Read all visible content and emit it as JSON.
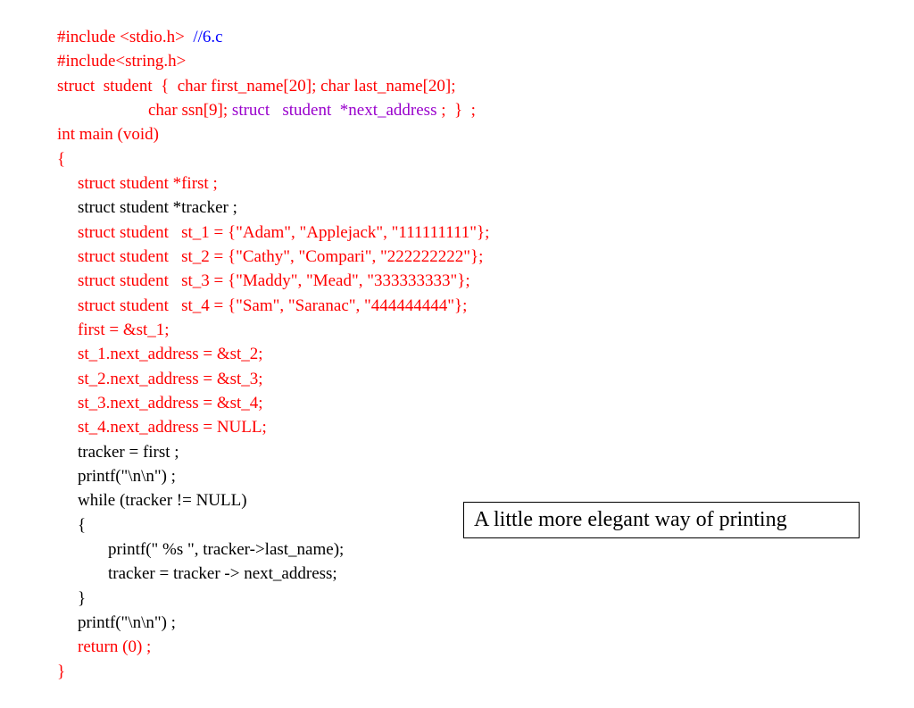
{
  "code": {
    "lines": [
      {
        "segments": [
          {
            "text": "#include <stdio.h>  ",
            "color": "red"
          },
          {
            "text": "//6.c",
            "color": "blue"
          }
        ]
      },
      {
        "segments": [
          {
            "text": "#include<string.h>",
            "color": "red"
          }
        ]
      },
      {
        "segments": [
          {
            "text": "struct  student  {  char first_name[20]; char last_name[20];",
            "color": "red"
          }
        ]
      },
      {
        "segments": [
          {
            "text": "char ssn[9]; ",
            "color": "red"
          },
          {
            "text": "struct   student  *next_address",
            "color": "purple"
          },
          {
            "text": " ;  }  ;",
            "color": "red"
          }
        ]
      },
      {
        "segments": [
          {
            "text": "int main (void)",
            "color": "red"
          }
        ]
      },
      {
        "segments": [
          {
            "text": "{",
            "color": "red"
          }
        ]
      },
      {
        "segments": [
          {
            "text": "struct student *first ;",
            "color": "red"
          }
        ]
      },
      {
        "segments": [
          {
            "text": "struct student *tracker ;",
            "color": "black"
          }
        ]
      },
      {
        "segments": [
          {
            "text": "struct student   st_1 = {\"Adam\", \"Applejack\", \"111111111\"};",
            "color": "red"
          }
        ]
      },
      {
        "segments": [
          {
            "text": "struct student   st_2 = {\"Cathy\", \"Compari\", \"222222222\"};",
            "color": "red"
          }
        ]
      },
      {
        "segments": [
          {
            "text": "struct student   st_3 = {\"Maddy\", \"Mead\", \"333333333\"};",
            "color": "red"
          }
        ]
      },
      {
        "segments": [
          {
            "text": "struct student   st_4 = {\"Sam\", \"Saranac\", \"444444444\"};",
            "color": "red"
          }
        ]
      },
      {
        "segments": [
          {
            "text": "first = &st_1;",
            "color": "red"
          }
        ]
      },
      {
        "segments": [
          {
            "text": "st_1.next_address = &st_2;",
            "color": "red"
          }
        ]
      },
      {
        "segments": [
          {
            "text": "st_2.next_address = &st_3;",
            "color": "red"
          }
        ]
      },
      {
        "segments": [
          {
            "text": "st_3.next_address = &st_4;",
            "color": "red"
          }
        ]
      },
      {
        "segments": [
          {
            "text": "st_4.next_address = NULL;",
            "color": "red"
          }
        ]
      },
      {
        "segments": [
          {
            "text": "tracker = first ;",
            "color": "black"
          }
        ]
      },
      {
        "segments": [
          {
            "text": "printf(\"\\n\\n\") ;",
            "color": "black"
          }
        ]
      },
      {
        "segments": [
          {
            "text": "while (tracker != NULL)",
            "color": "black"
          }
        ]
      },
      {
        "segments": [
          {
            "text": "{",
            "color": "black"
          }
        ]
      },
      {
        "segments": [
          {
            "text": "printf(\" %s \", tracker->last_name);",
            "color": "black"
          }
        ]
      },
      {
        "segments": [
          {
            "text": "tracker = tracker -> next_address;",
            "color": "black"
          }
        ]
      },
      {
        "segments": [
          {
            "text": "}",
            "color": "black"
          }
        ]
      },
      {
        "segments": [
          {
            "text": "printf(\"\\n\\n\") ;",
            "color": "black"
          }
        ]
      },
      {
        "segments": [
          {
            "text": "return (0) ;",
            "color": "red"
          }
        ]
      },
      {
        "segments": [
          {
            "text": "}",
            "color": "red"
          }
        ]
      }
    ]
  },
  "callout": {
    "text": "A little more elegant way of printing"
  },
  "colors": {
    "red": "#ff0000",
    "blue": "#0000ff",
    "purple": "#9900cc",
    "black": "#000000"
  }
}
